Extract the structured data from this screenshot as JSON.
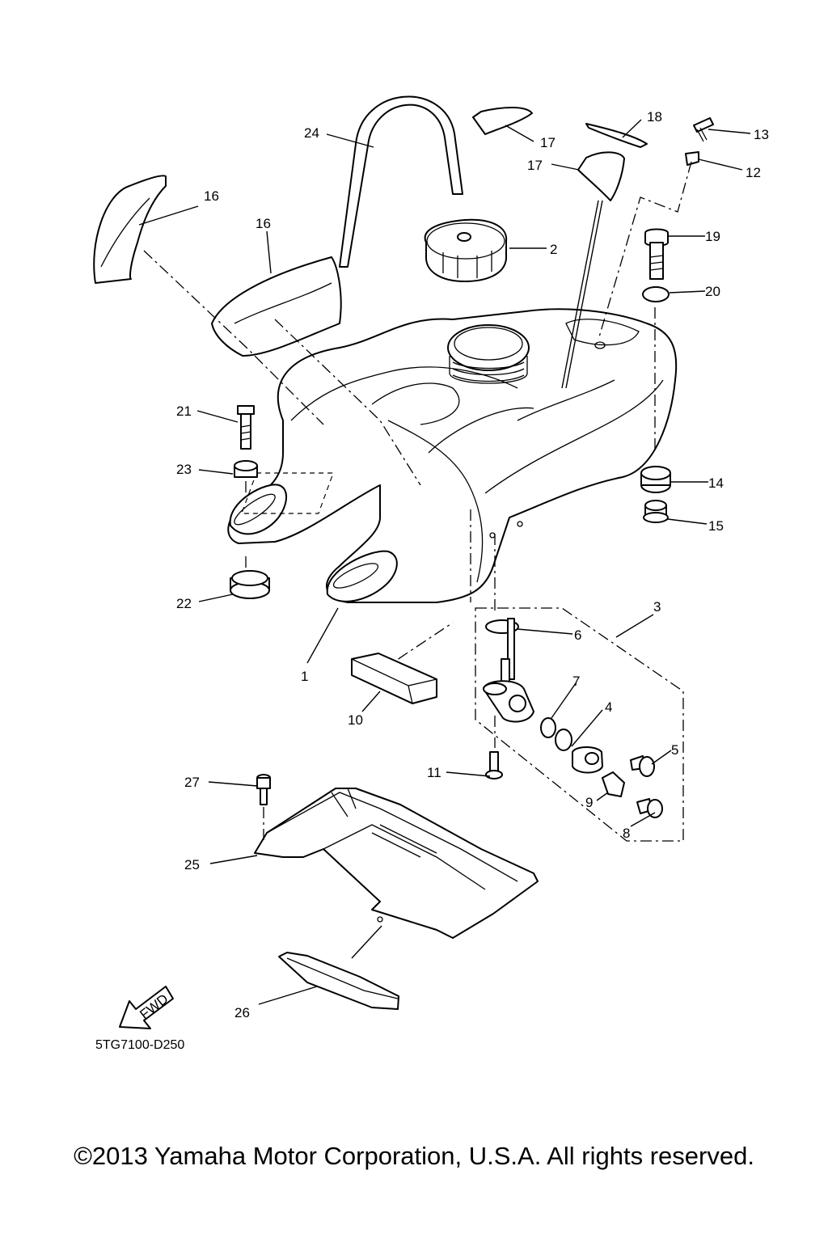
{
  "diagram_code": "5TG7100-D250",
  "copyright": "©2013 Yamaha Motor Corporation, U.S.A. All rights reserved.",
  "fwd_label": "FWD",
  "callouts": [
    "1",
    "2",
    "3",
    "4",
    "5",
    "6",
    "7",
    "8",
    "9",
    "10",
    "11",
    "12",
    "13",
    "14",
    "15",
    "16",
    "16",
    "17",
    "17",
    "18",
    "19",
    "20",
    "21",
    "22",
    "23",
    "24",
    "25",
    "26",
    "27"
  ]
}
